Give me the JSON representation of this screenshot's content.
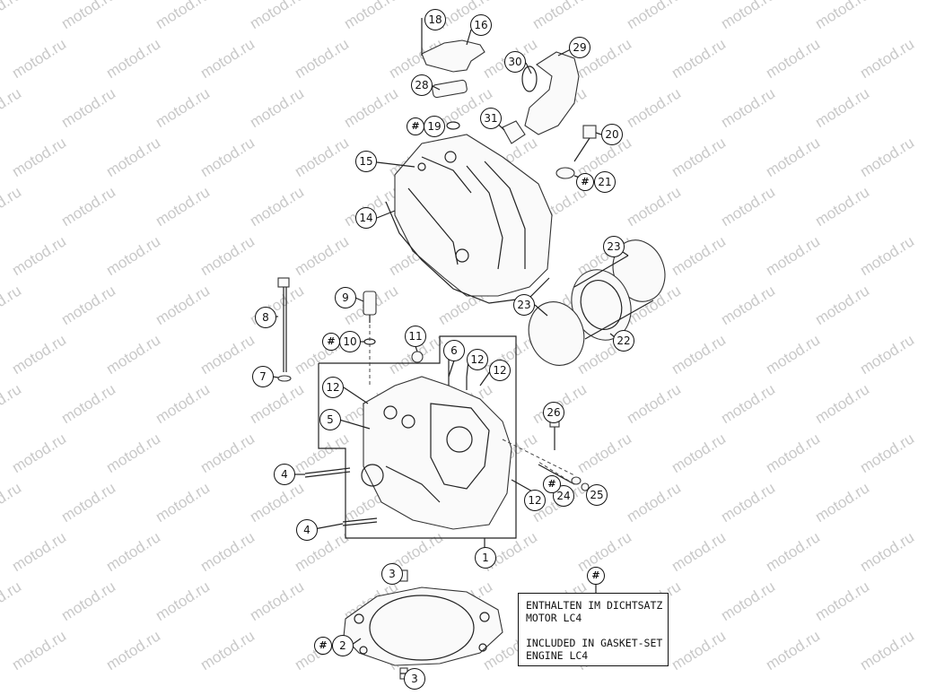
{
  "watermark": "motod.ru",
  "callouts": [
    {
      "n": "1"
    },
    {
      "n": "2"
    },
    {
      "n": "3"
    },
    {
      "n": "3"
    },
    {
      "n": "4"
    },
    {
      "n": "4"
    },
    {
      "n": "5"
    },
    {
      "n": "6"
    },
    {
      "n": "7"
    },
    {
      "n": "8"
    },
    {
      "n": "9"
    },
    {
      "n": "10"
    },
    {
      "n": "11"
    },
    {
      "n": "12"
    },
    {
      "n": "12"
    },
    {
      "n": "12"
    },
    {
      "n": "12"
    },
    {
      "n": "14"
    },
    {
      "n": "15"
    },
    {
      "n": "16"
    },
    {
      "n": "18"
    },
    {
      "n": "19"
    },
    {
      "n": "20"
    },
    {
      "n": "21"
    },
    {
      "n": "22"
    },
    {
      "n": "23"
    },
    {
      "n": "23"
    },
    {
      "n": "24"
    },
    {
      "n": "25"
    },
    {
      "n": "26"
    },
    {
      "n": "28"
    },
    {
      "n": "29"
    },
    {
      "n": "30"
    },
    {
      "n": "31"
    }
  ],
  "gasket_marker": "#",
  "legend": {
    "line1": "ENTHALTEN IM DICHTSATZ",
    "line2": "MOTOR LC4",
    "line3": "INCLUDED IN GASKET-SET",
    "line4": "ENGINE LC4"
  }
}
